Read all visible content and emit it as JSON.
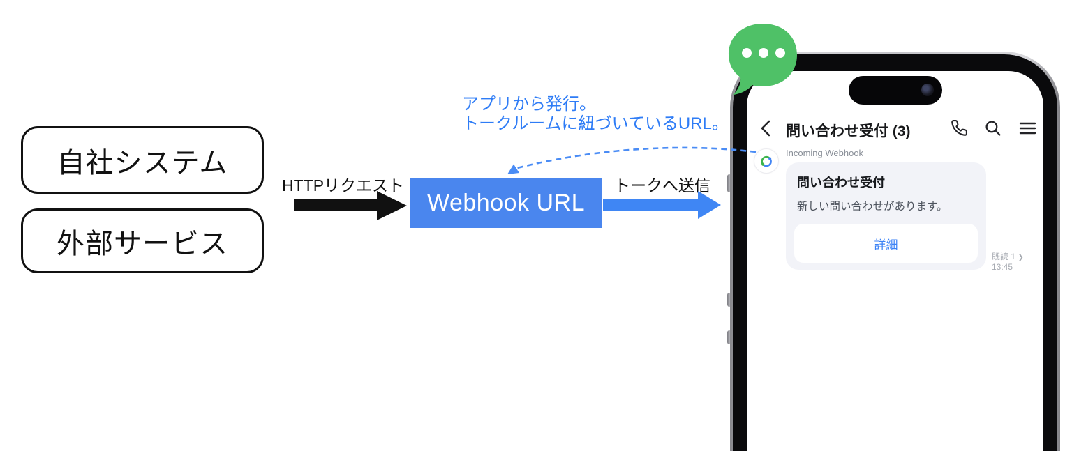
{
  "colors": {
    "webhook_box_blue": "#4a86ee",
    "send_arrow_blue": "#3f86f4",
    "annotation_blue": "#2e7cf6",
    "dashed_arrow_blue": "#4a8cf5",
    "bubble_green": "#4fc167",
    "detail_button_blue": "#3b82f6",
    "flow_arrow_black": "#111111"
  },
  "diagram": {
    "boxes": [
      {
        "label": "自社システム"
      },
      {
        "label": "外部サービス"
      }
    ],
    "http_arrow_label": "HTTPリクエスト",
    "webhook_box": {
      "label": "Webhook URL"
    },
    "send_arrow_label": "トークへ送信",
    "annotation": {
      "line1": "アプリから発行。",
      "line2": "トークルームに紐づいているURL。"
    }
  },
  "phone": {
    "header": {
      "title": "問い合わせ受付 (3)"
    },
    "chat": {
      "sender_name": "Incoming Webhook",
      "message_card": {
        "title": "問い合わせ受付",
        "body": "新しい問い合わせがあります。",
        "button_label": "詳細"
      },
      "read_status": "既読 1",
      "read_chevron": "❯",
      "timestamp": "13:45"
    }
  }
}
